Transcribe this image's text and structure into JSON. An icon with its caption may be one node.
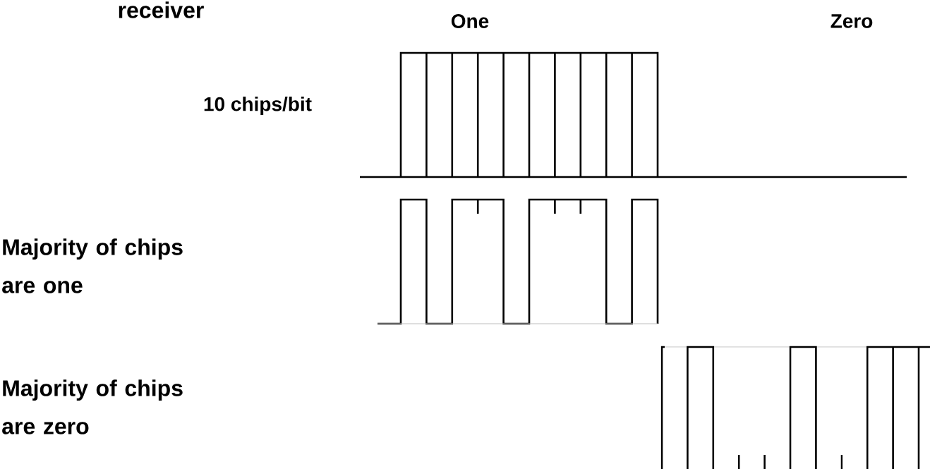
{
  "diagram": {
    "labels": [
      "receiver",
      "One",
      "Zero",
      "10 chips/bit",
      "Majority of chips are one",
      "Majority of chips are zero"
    ]
  }
}
